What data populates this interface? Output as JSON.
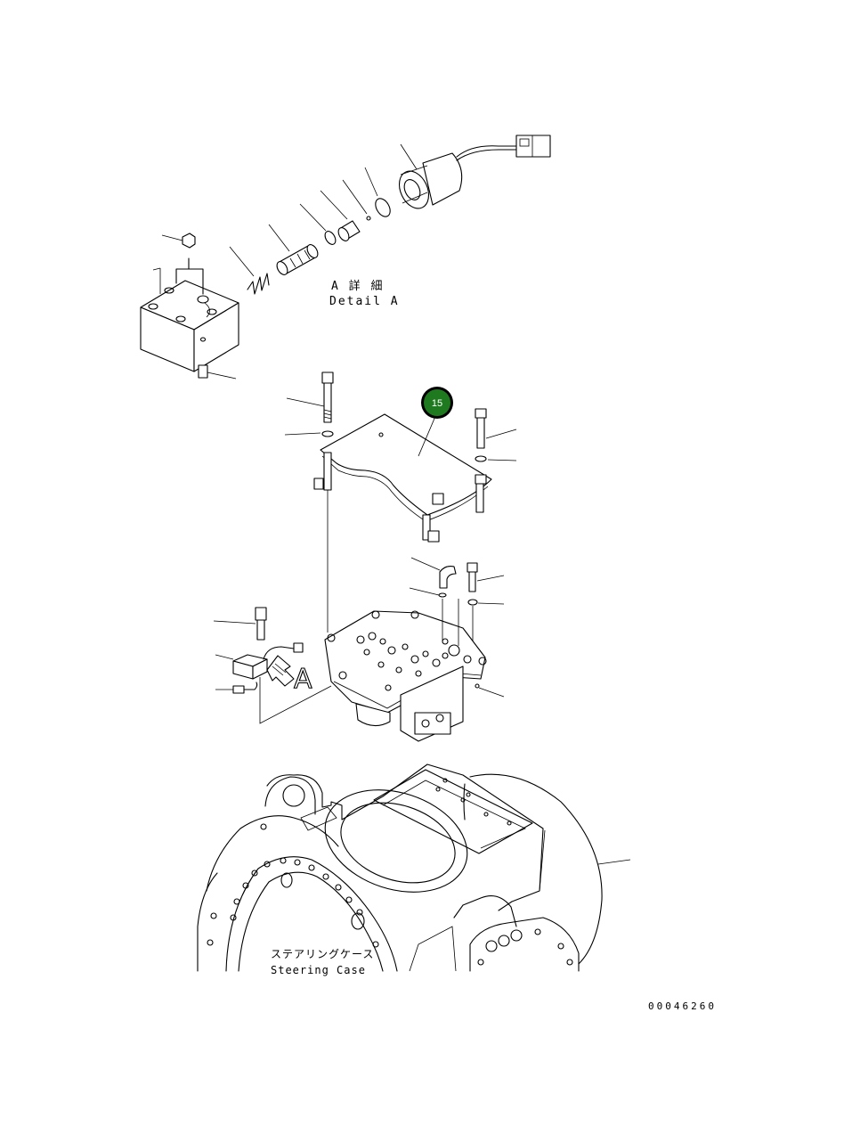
{
  "detail_label": {
    "line1": "A 詳 細",
    "line2": "Detail A"
  },
  "view_marker": "A",
  "callout": {
    "number": "15",
    "color": "#1f7a1f"
  },
  "steering_case_label": {
    "line1": "ステアリングケース",
    "line2": "Steering Case"
  },
  "drawing_number": "00046260"
}
